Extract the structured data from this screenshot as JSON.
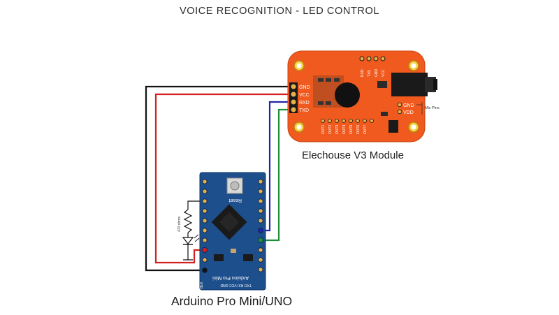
{
  "diagram": {
    "title": "VOICE RECOGNITION - LED CONTROL",
    "voice_module": {
      "caption": "Elechouse V3 Module",
      "pins_left": [
        "GND",
        "VCC",
        "RXD",
        "TXD"
      ],
      "pins_top": [
        "RXD",
        "TXD",
        "GND",
        "VCC"
      ],
      "pins_right": [
        "GND",
        "VDD"
      ],
      "mic_label": "Mic Pins",
      "outputs": [
        "OUT1",
        "OUT2",
        "OUT3",
        "OUT4",
        "OUT5",
        "OUT6",
        "OUT7"
      ],
      "board_color": "#f05a1e"
    },
    "arduino": {
      "caption": "Arduino Pro Mini/UNO",
      "reset_label": "Reset",
      "name_label": "Arduino Pro Mini",
      "bottom_labels": "TXO RXI VCC GND",
      "side_label": "BLK",
      "board_color": "#1d4f8c"
    },
    "led": {
      "resistor_label": "470 ohms"
    },
    "wires": [
      {
        "signal": "GND",
        "color": "#111111"
      },
      {
        "signal": "VCC",
        "color": "#d42020"
      },
      {
        "signal": "RXD",
        "color": "#2323a8"
      },
      {
        "signal": "TXD",
        "color": "#1f8f3c"
      }
    ]
  }
}
